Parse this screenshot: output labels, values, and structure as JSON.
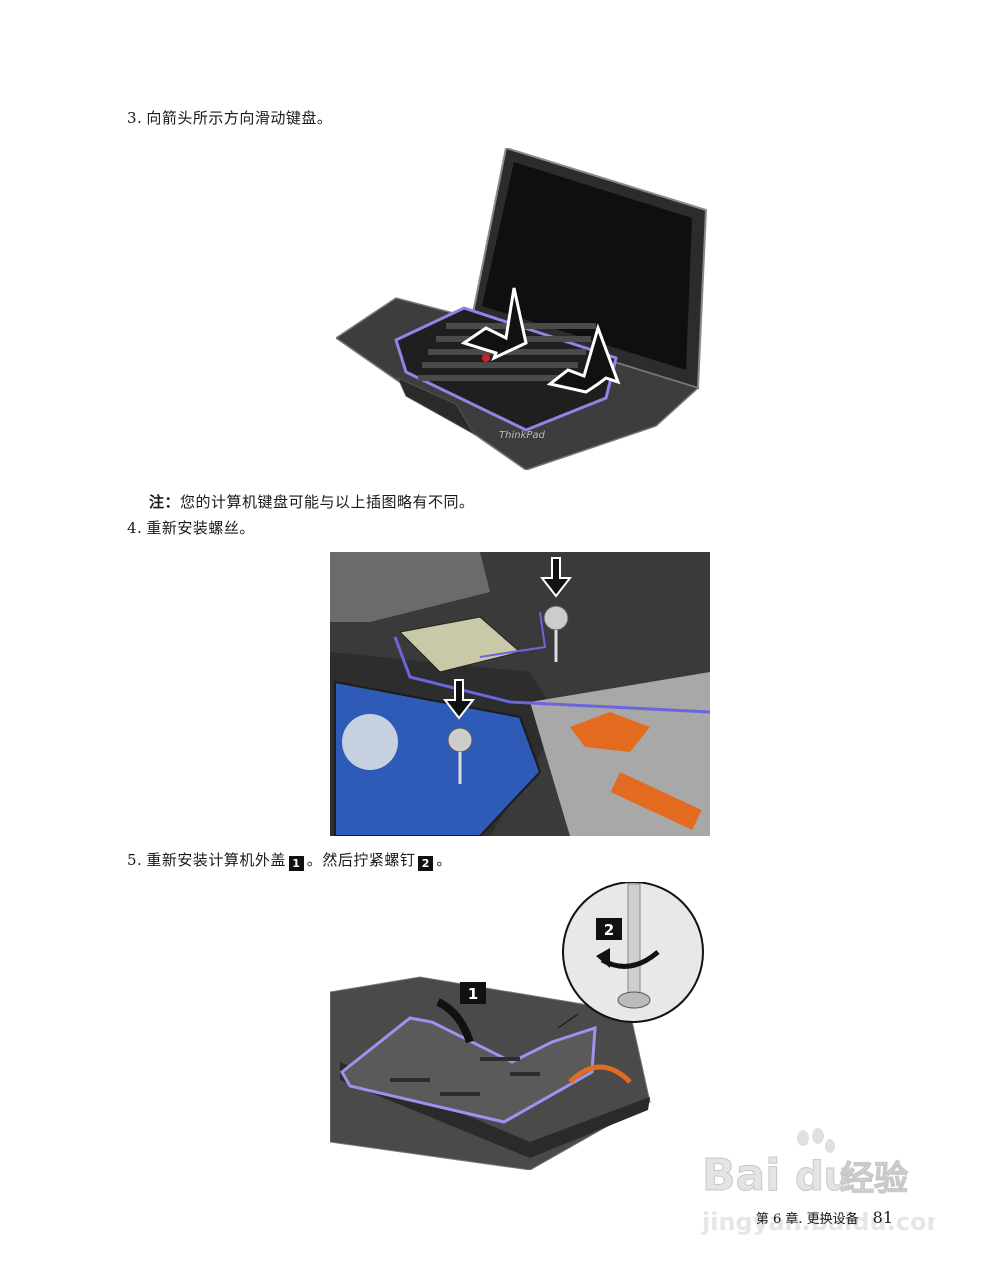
{
  "steps": {
    "s3": {
      "num": "3.",
      "text": "向箭头所示方向滑动键盘。"
    },
    "note": {
      "label": "注：",
      "text": "您的计算机键盘可能与以上插图略有不同。"
    },
    "s4": {
      "num": "4.",
      "text": "重新安装螺丝。"
    },
    "s5": {
      "num": "5.",
      "text_a": "重新安装计算机外盖",
      "badge1": "1",
      "text_b": "。然后拧紧螺钉",
      "badge2": "2",
      "text_c": "。"
    }
  },
  "figures": {
    "fig1": {
      "brand": "ThinkPad"
    },
    "fig3": {
      "callout1": "1",
      "callout2": "2"
    }
  },
  "footer": {
    "chapter": "第 6 章. 更换设备",
    "page": "81"
  },
  "watermark": {
    "main": "Bai",
    "paw": "du",
    "brand": "经验",
    "url": "jingyan.baidu.com"
  }
}
